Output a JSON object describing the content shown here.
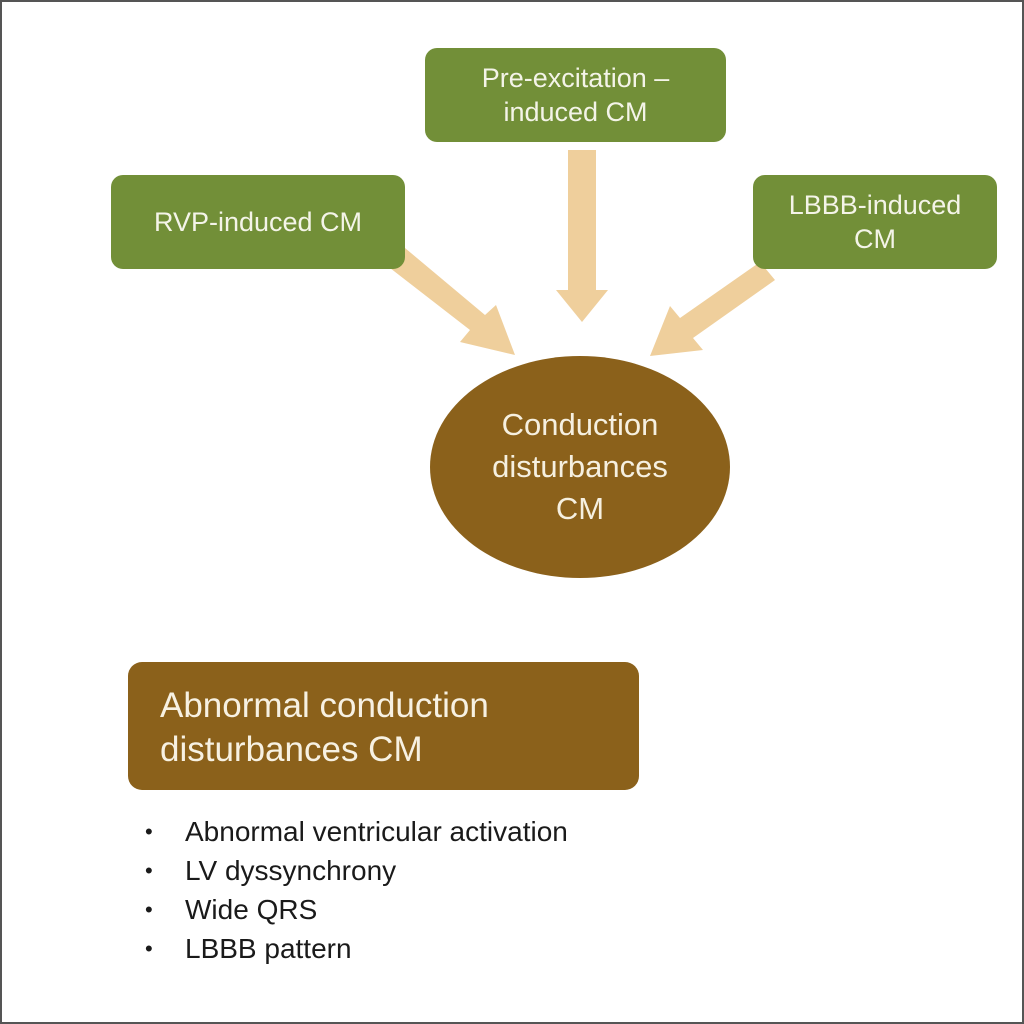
{
  "colors": {
    "green_box": "#728f38",
    "brown": "#8b611b",
    "arrow": "#efcf9c",
    "text_light": "#f4f4e8",
    "text_dark": "#1a1a1a"
  },
  "causes": [
    {
      "id": "pre-excitation",
      "lines": [
        "Pre-excitation –",
        "induced CM"
      ]
    },
    {
      "id": "rvp",
      "lines": [
        "RVP-induced CM"
      ]
    },
    {
      "id": "lbbb",
      "lines": [
        "LBBB-induced",
        "CM"
      ]
    }
  ],
  "center": {
    "lines": [
      "Conduction",
      "disturbances",
      "CM"
    ]
  },
  "summary": {
    "title_lines": [
      "Abnormal conduction",
      "disturbances CM"
    ],
    "bullet_glyph": "•",
    "bullets": [
      "Abnormal ventricular activation",
      "LV dyssynchrony",
      "Wide QRS",
      "LBBB pattern"
    ]
  }
}
